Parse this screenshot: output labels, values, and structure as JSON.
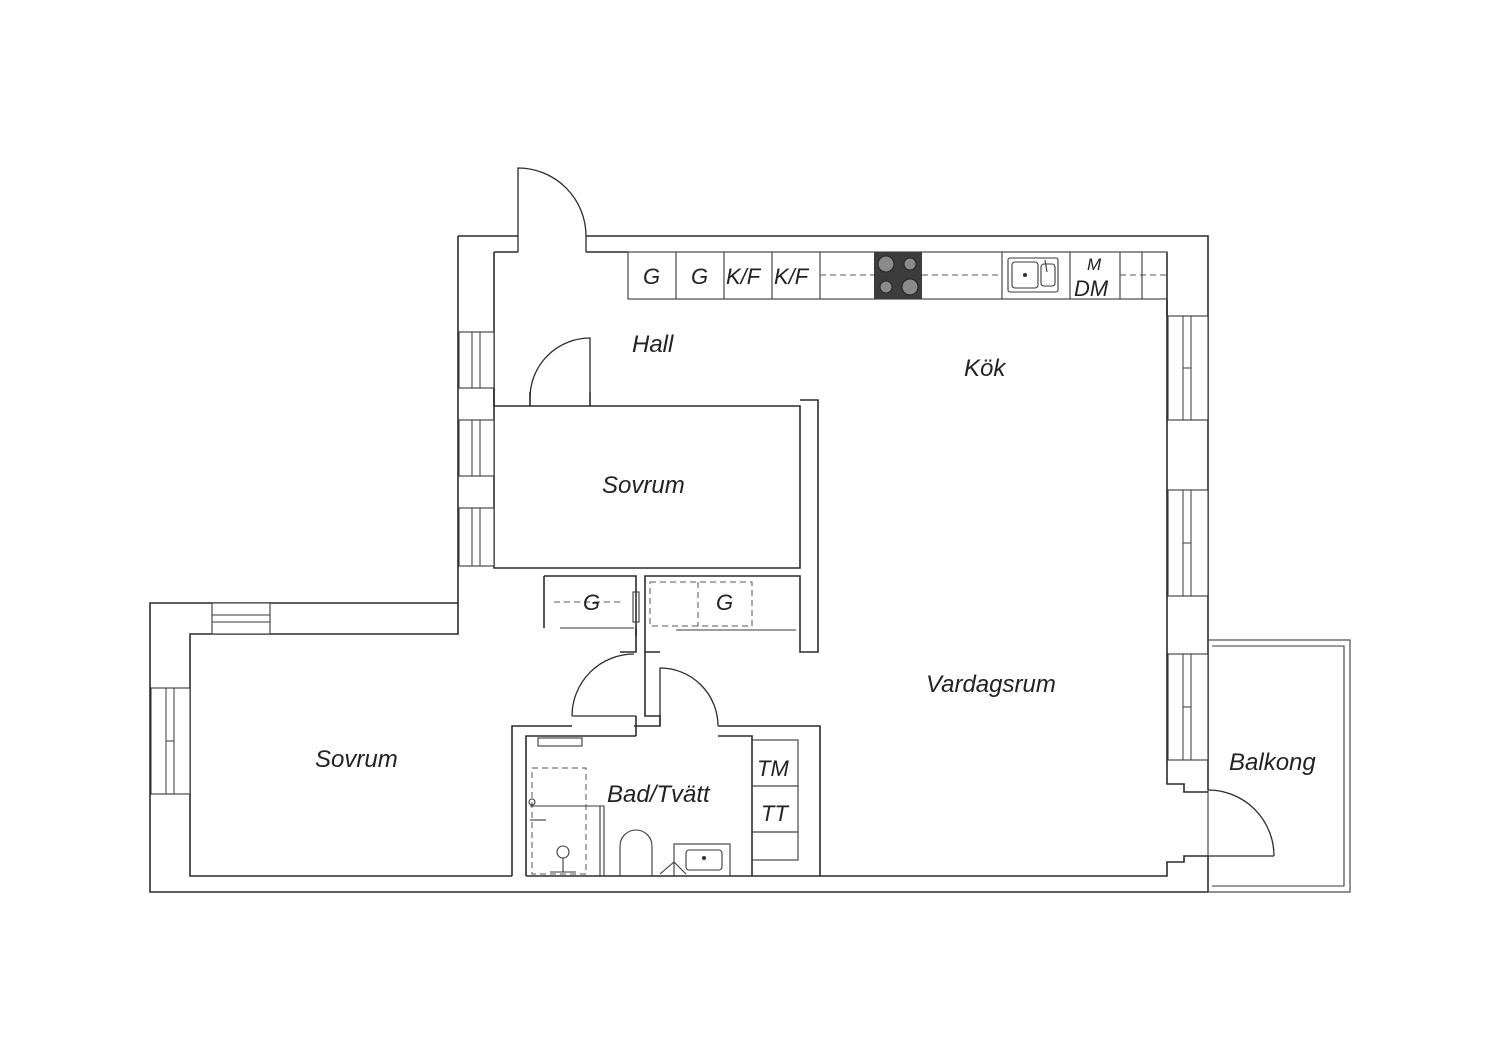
{
  "rooms": {
    "hall": "Hall",
    "kok": "Kök",
    "sovrum_upper": "Sovrum",
    "sovrum_lower": "Sovrum",
    "vardagsrum": "Vardagsrum",
    "bad_tvatt": "Bad/Tvätt",
    "balkong": "Balkong"
  },
  "kitchen_units": {
    "g1": "G",
    "g2": "G",
    "kf1": "K/F",
    "kf2": "K/F",
    "m": "M",
    "dm": "DM"
  },
  "closets": {
    "closet_left": "G",
    "closet_right": "G"
  },
  "laundry": {
    "tm": "TM",
    "tt": "TT"
  },
  "colors": {
    "line": "#2b2b2b",
    "stove": "#3c3c3c",
    "background": "#ffffff"
  },
  "icons": [
    "stove-icon",
    "sink-icon",
    "toilet-icon",
    "shower-icon",
    "washbasin-icon"
  ]
}
